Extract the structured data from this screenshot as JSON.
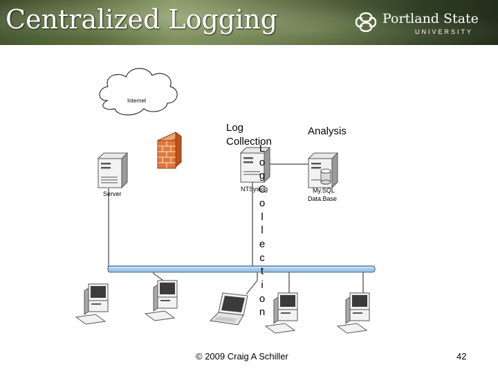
{
  "header": {
    "title": "Centralized Logging",
    "logo_name": "Portland State",
    "logo_subtitle": "UNIVERSITY"
  },
  "diagram": {
    "internet_label": "Internet",
    "log_collection_label": "Log Collection",
    "vertical_letters": [
      "L",
      "o",
      "g",
      "C",
      "o",
      "l",
      "l",
      "e",
      "c",
      "t",
      "i",
      "o",
      "n"
    ],
    "analysis_label": "Analysis",
    "server_label": "Server",
    "ntsyslog_label": "NTSyslog",
    "mysql_label": "My.SQL",
    "database_label": "Data.Base"
  },
  "footer": {
    "copyright": "© 2009 Craig A Schiller",
    "page_number": "42"
  },
  "colors": {
    "firewall": "#e07a3a",
    "network_bus": "#9fc3e8",
    "cable": "#1a1a1a"
  },
  "icons": [
    "cloud-icon",
    "firewall-icon",
    "server-icon",
    "database-server-icon",
    "desktop-computer-icon",
    "laptop-icon"
  ]
}
